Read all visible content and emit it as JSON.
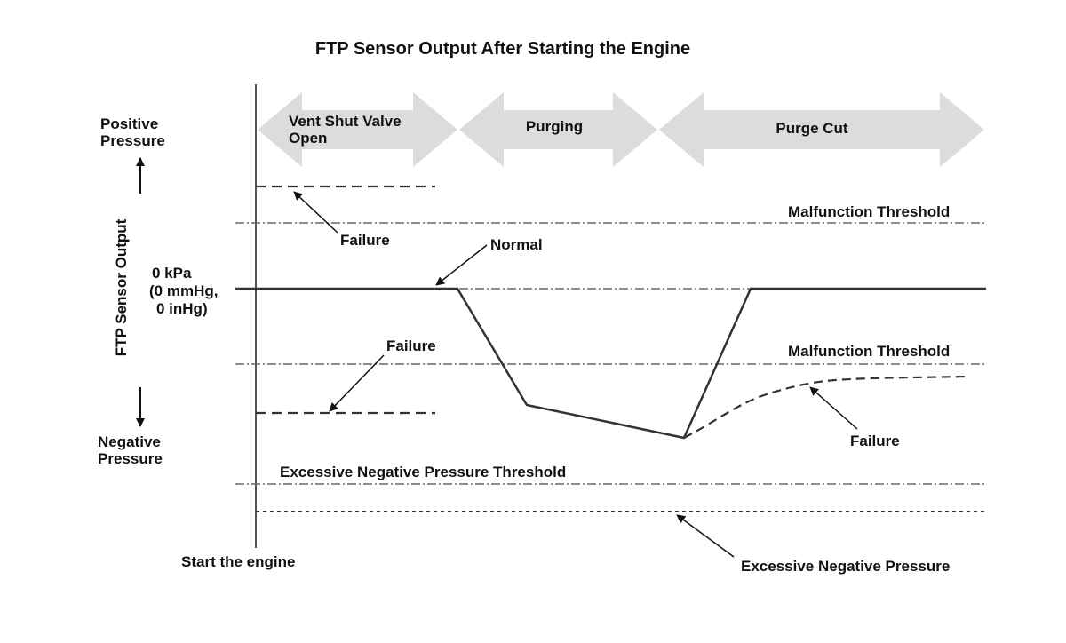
{
  "title": "FTP Sensor Output After Starting the Engine",
  "y_axis": {
    "title": "FTP Sensor Output",
    "positive": [
      "Positive",
      "Pressure"
    ],
    "negative": [
      "Negative",
      "Pressure"
    ],
    "zero_label": [
      "0 kPa",
      "(0 mmHg,",
      "0 inHg)"
    ]
  },
  "x_axis": {
    "start_label": "Start the engine"
  },
  "phases": [
    {
      "label_lines": [
        "Vent Shut Valve",
        "Open"
      ]
    },
    {
      "label_lines": [
        "Purging"
      ]
    },
    {
      "label_lines": [
        "Purge Cut"
      ]
    }
  ],
  "thresholds": {
    "upper": "Malfunction Threshold",
    "lower": "Malfunction Threshold",
    "excessive": "Excessive Negative Pressure Threshold"
  },
  "annotations": {
    "failure_high": "Failure",
    "normal": "Normal",
    "failure_low": "Failure",
    "failure_recovery": "Failure",
    "excessive_negative": "Excessive Negative Pressure"
  },
  "colors": {
    "arrow_fill": "#dcdcdc",
    "line": "#333333",
    "threshold_line": "#666666",
    "text": "#111111"
  }
}
